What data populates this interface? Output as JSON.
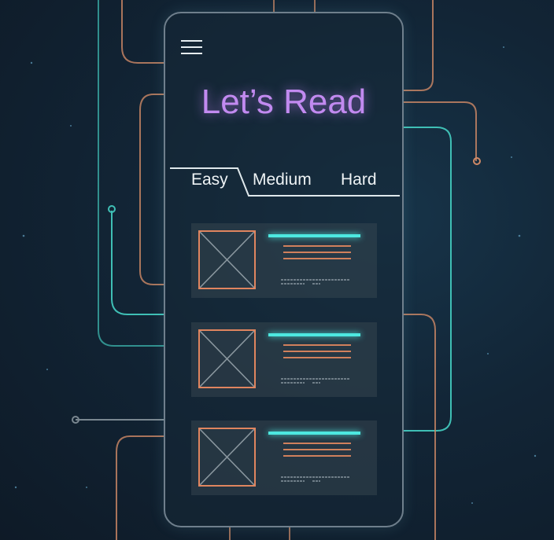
{
  "app": {
    "title": "Let’s Read"
  },
  "tabs": [
    {
      "label": "Easy",
      "active": true
    },
    {
      "label": "Medium"
    },
    {
      "label": "Hard"
    }
  ],
  "cards": [
    {
      "id": 1
    },
    {
      "id": 2
    },
    {
      "id": 3
    }
  ],
  "colors": {
    "accent_title": "#c28af0",
    "accent_bar": "#4de8e0",
    "thumb_border": "#e0855f"
  }
}
